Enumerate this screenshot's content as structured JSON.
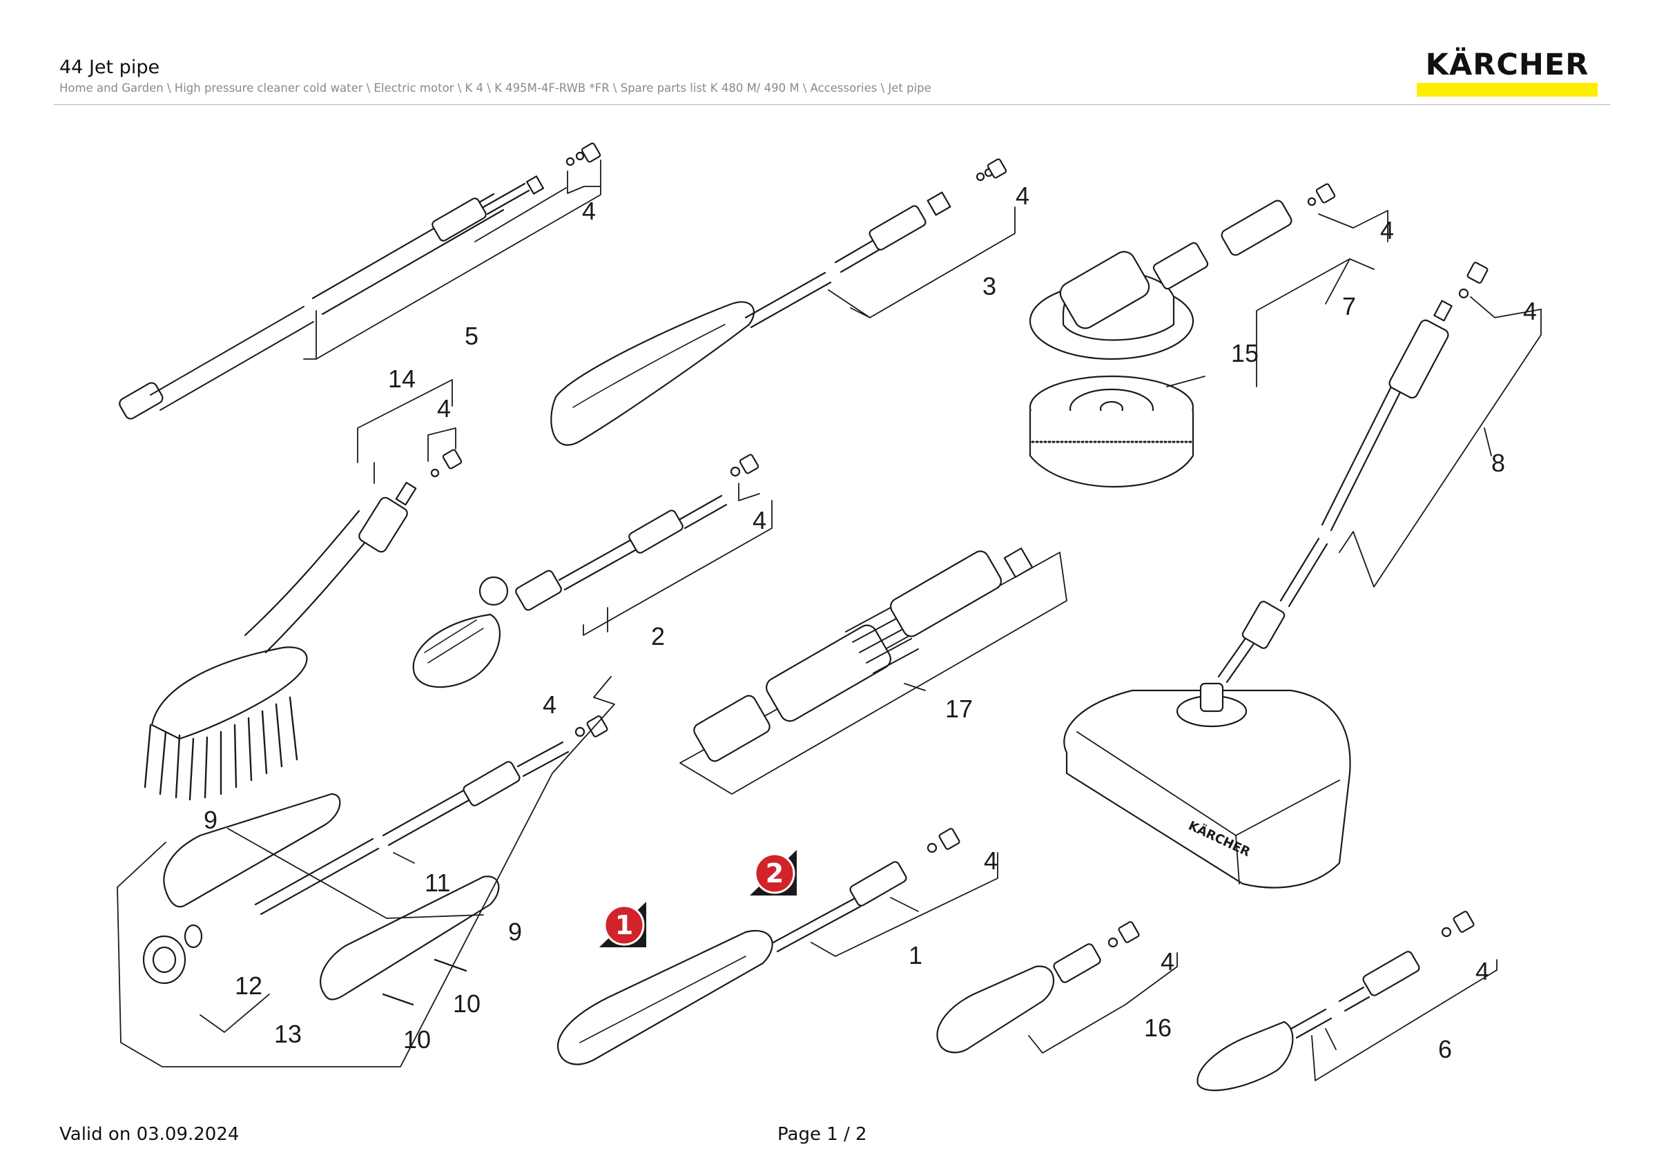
{
  "header": {
    "title": "44 Jet pipe",
    "breadcrumb": "Home and Garden \\ High pressure cleaner cold water \\ Electric motor \\ K 4 \\ K 495M-4F-RWB *FR \\ Spare parts list K 480 M/ 490 M \\ Accessories \\ Jet pipe",
    "brand": "KÄRCHER",
    "brand_accent_color": "#ffed00"
  },
  "diagram": {
    "callouts": [
      "1",
      "2",
      "3",
      "4",
      "5",
      "6",
      "7",
      "8",
      "9",
      "10",
      "11",
      "12",
      "13",
      "14",
      "15",
      "16",
      "17"
    ],
    "markers": [
      "1",
      "2"
    ],
    "marker_color": "#d2232a",
    "brand_prints": [
      "KÄRCHER"
    ]
  },
  "footer": {
    "valid": "Valid on 03.09.2024",
    "page": "Page 1 / 2"
  }
}
